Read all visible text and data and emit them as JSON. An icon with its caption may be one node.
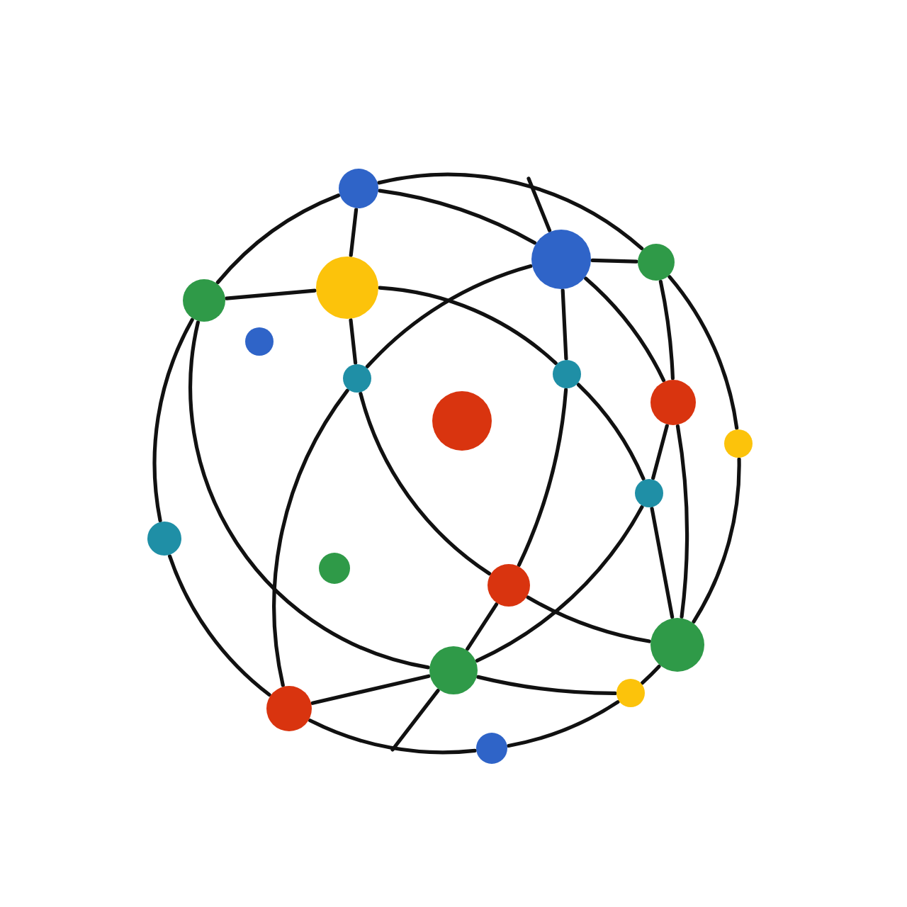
{
  "diagram": {
    "nodes": [
      {
        "text": [],
        "shape": "circle"
      },
      {
        "text": [],
        "shape": "circle"
      },
      {
        "text": [],
        "shape": "circle"
      },
      {
        "text": [],
        "shape": "circle"
      },
      {
        "text": [],
        "shape": "circle"
      },
      {
        "text": [],
        "shape": "circle"
      },
      {
        "text": [],
        "shape": "circle"
      },
      {
        "text": [],
        "shape": "circle"
      },
      {
        "text": [],
        "shape": "circle"
      },
      {
        "text": [],
        "shape": "circle"
      },
      {
        "text": [],
        "shape": "circle"
      },
      {
        "text": [],
        "shape": "circle"
      },
      {
        "text": [],
        "shape": "circle"
      },
      {
        "text": [],
        "shape": "circle"
      },
      {
        "text": [],
        "shape": "circle"
      },
      {
        "text": [],
        "shape": "circle"
      },
      {
        "text": [],
        "shape": "circle"
      },
      {
        "text": [],
        "shape": "circle"
      },
      {
        "text": [],
        "shape": "circle"
      },
      {
        "text": [],
        "shape": "circle"
      }
    ],
    "edges": [
      {
        "from": 0,
        "to": 1,
        "arrow": "none"
      },
      {
        "from": 0,
        "to": 2,
        "arrow": "none"
      },
      {
        "from": 0,
        "to": 3,
        "arrow": "none"
      },
      {
        "from": 0,
        "to": 4,
        "arrow": "none"
      },
      {
        "from": null,
        "to": 1,
        "arrow": "none"
      },
      {
        "from": 1,
        "to": 2,
        "arrow": "none"
      },
      {
        "from": 1,
        "to": 6,
        "arrow": "none"
      },
      {
        "from": 1,
        "to": 7,
        "arrow": "none"
      },
      {
        "from": 1,
        "to": 8,
        "arrow": "none"
      },
      {
        "from": 2,
        "to": 8,
        "arrow": "none"
      },
      {
        "from": 2,
        "to": 10,
        "arrow": "none"
      },
      {
        "from": 3,
        "to": 4,
        "arrow": "none"
      },
      {
        "from": 3,
        "to": 6,
        "arrow": "none"
      },
      {
        "from": 3,
        "to": 7,
        "arrow": "none"
      },
      {
        "from": 4,
        "to": 12,
        "arrow": "none"
      },
      {
        "from": 4,
        "to": 16,
        "arrow": "none"
      },
      {
        "from": 6,
        "to": 11,
        "arrow": "none"
      },
      {
        "from": 6,
        "to": 14,
        "arrow": "none"
      },
      {
        "from": 7,
        "to": 14,
        "arrow": "none"
      },
      {
        "from": 7,
        "to": 18,
        "arrow": "none"
      },
      {
        "from": 8,
        "to": 11,
        "arrow": "none"
      },
      {
        "from": 8,
        "to": 15,
        "arrow": "none"
      },
      {
        "from": 10,
        "to": 15,
        "arrow": "none"
      },
      {
        "from": 11,
        "to": 15,
        "arrow": "none"
      },
      {
        "from": 11,
        "to": 16,
        "arrow": "none"
      },
      {
        "from": 12,
        "to": 18,
        "arrow": "none"
      },
      {
        "from": 14,
        "to": 15,
        "arrow": "none"
      },
      {
        "from": 14,
        "to": 16,
        "arrow": "none"
      },
      {
        "from": 15,
        "to": 17,
        "arrow": "none"
      },
      {
        "from": 16,
        "to": 17,
        "arrow": "none"
      },
      {
        "from": 16,
        "to": 18,
        "arrow": "none"
      },
      {
        "from": 16,
        "to": null,
        "arrow": "none"
      },
      {
        "from": 17,
        "to": 19,
        "arrow": "none"
      },
      {
        "from": 18,
        "to": 19,
        "arrow": "none"
      }
    ]
  }
}
